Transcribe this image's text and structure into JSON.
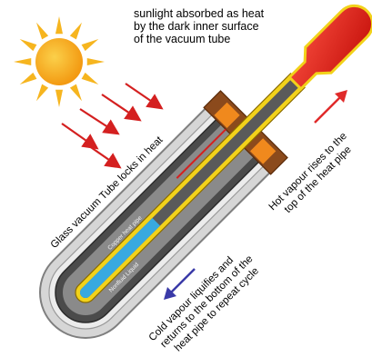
{
  "labels": {
    "sunlight": [
      "sunlight absorbed as heat",
      "by the dark inner surface",
      "of the vacuum tube"
    ],
    "glass_tube": "Glass vacuum Tube locks in heat",
    "hot_vapour": [
      "Hot vapour rises to the",
      "top of the heat pipe"
    ],
    "cold_vapour": [
      "Cold vapour liquifies and",
      "returns to the bottom of the",
      "heat pipe to repeat cycle"
    ],
    "copper_pipe": "Copper heat pipe",
    "nonfluid": "Nonfluid Liquid"
  },
  "icons": {
    "sun": "sun-icon",
    "hot_arrow": "arrow-up-right-icon",
    "cold_arrow": "arrow-down-left-icon",
    "sunlight_arrows": "arrow-down-right-icon"
  },
  "colors": {
    "sun_core": "#f7a21b",
    "sun_rays": "#f6b51f",
    "glass": "#d9d9d9",
    "tube_dark": "#4a4a4a",
    "pipe_yellow": "#f2d21a",
    "bulb_red": "#e8241c",
    "liquid_blue": "#38a9e0",
    "hot_arrow": "#e02a2a",
    "cold_arrow": "#3a3aa8",
    "sunlight_arrow": "#d42020"
  }
}
